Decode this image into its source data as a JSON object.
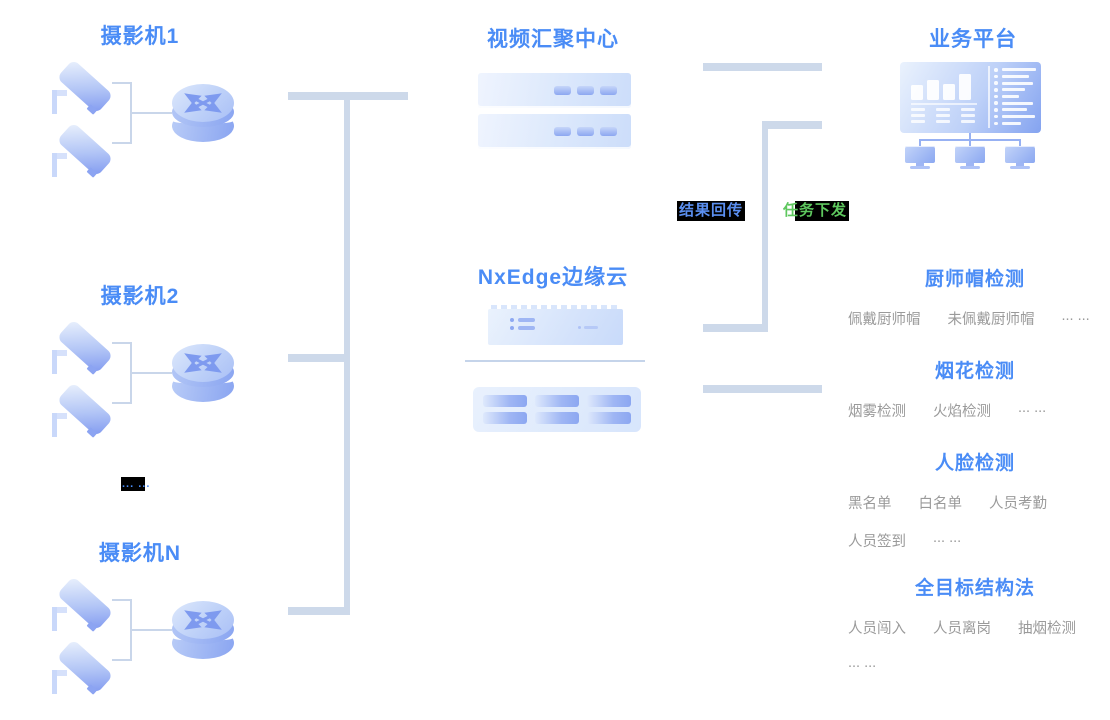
{
  "colors": {
    "accent_blue": "#4a8cf6",
    "body_gray": "#9a9a9a",
    "connector_gray": "#cdd9ea",
    "flow_blue": "#5b8ff0",
    "flow_green": "#5ec75e",
    "highlight_black": "#000000"
  },
  "icons": {
    "camera": "camera-icon",
    "switch": "switch-icon",
    "server": "server-icon",
    "edge_chip": "chip-icon",
    "compute_modules": "modules-icon",
    "dashboard": "dashboard-icon",
    "monitor": "monitor-icon"
  },
  "camera_groups": [
    {
      "title": "摄影机1"
    },
    {
      "title": "摄影机2"
    },
    {
      "title": "摄影机N"
    }
  ],
  "camera_ellipsis": "... ...",
  "video_center": {
    "title": "视频汇聚中心"
  },
  "edge_cloud": {
    "title": "NxEdge边缘云"
  },
  "platform": {
    "title": "业务平台"
  },
  "flows": {
    "result_return": "结果回传",
    "task_dispatch": "任务下发"
  },
  "detections": [
    {
      "title": "厨师帽检测",
      "rows": [
        [
          "佩戴厨师帽",
          "未佩戴厨师帽",
          "... ..."
        ]
      ]
    },
    {
      "title": "烟花检测",
      "rows": [
        [
          "烟雾检测",
          "火焰检测",
          "... ..."
        ]
      ]
    },
    {
      "title": "人脸检测",
      "rows": [
        [
          "黑名单",
          "白名单",
          "人员考勤"
        ],
        [
          "人员签到",
          "... ..."
        ]
      ]
    },
    {
      "title": "全目标结构法",
      "rows": [
        [
          "人员闯入",
          "人员离岗",
          "抽烟检测"
        ],
        [
          "... ..."
        ]
      ]
    }
  ]
}
